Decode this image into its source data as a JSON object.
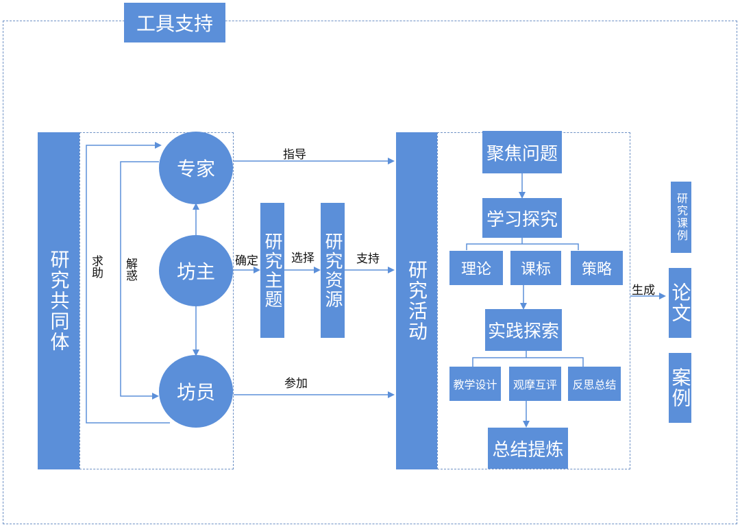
{
  "title": "工具支持",
  "community": "研究共同体",
  "roles": {
    "expert": "专家",
    "owner": "坊主",
    "member": "坊员"
  },
  "side_labels": {
    "help": "求助",
    "answer": "解惑"
  },
  "edge_labels": {
    "guide": "指导",
    "confirm": "确定",
    "select": "选择",
    "support": "支持",
    "participate": "参加",
    "generate": "生成"
  },
  "topic": "研究主题",
  "resource": "研究资源",
  "activity": "研究活动",
  "steps": {
    "focus": "聚焦问题",
    "learn": "学习探究",
    "theory": "理论",
    "standard": "课标",
    "strategy": "策略",
    "practice": "实践探索",
    "design": "教学设计",
    "observe": "观摩互评",
    "reflect": "反思总结",
    "summary": "总结提炼"
  },
  "outputs": {
    "course": "研究课例",
    "paper": "论文",
    "case": "案例"
  }
}
